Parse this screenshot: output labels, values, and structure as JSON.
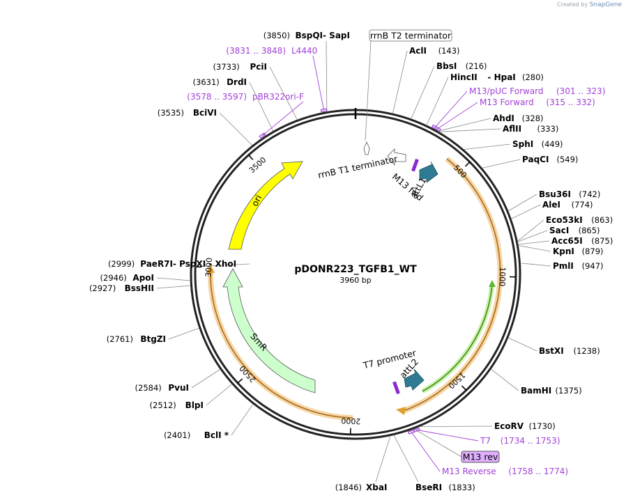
{
  "credit": {
    "created_by": "Created by",
    "brand": "SnapGene"
  },
  "plasmid": {
    "name": "pDONR223_TGFB1_WT",
    "length": "3960 bp",
    "bp": 3960
  },
  "ticks": [
    {
      "bp": 500,
      "label": "500"
    },
    {
      "bp": 1000,
      "label": "1000"
    },
    {
      "bp": 1500,
      "label": "1500"
    },
    {
      "bp": 2000,
      "label": "2000"
    },
    {
      "bp": 2500,
      "label": "2500"
    },
    {
      "bp": 3000,
      "label": "3000"
    },
    {
      "bp": 3500,
      "label": "3500"
    }
  ],
  "sites": [
    {
      "name": "BspQI",
      "name2": "SapI",
      "pos": "(3850)",
      "bp": 3850,
      "side": "left",
      "row": 0
    },
    {
      "name": "PciI",
      "pos": "(3733)",
      "bp": 3733,
      "side": "left",
      "row": 2
    },
    {
      "name": "DrdI",
      "pos": "(3631)",
      "bp": 3631,
      "side": "left",
      "row": 3
    },
    {
      "name": "BciVI",
      "pos": "(3535)",
      "bp": 3535,
      "side": "left",
      "row": 5
    },
    {
      "name": "AclI",
      "pos": "(143)",
      "bp": 143,
      "side": "right",
      "row": 1
    },
    {
      "name": "BbsI",
      "pos": "(216)",
      "bp": 216,
      "side": "right",
      "row": 2
    },
    {
      "name": "HincII",
      "name2": "HpaI",
      "pos": "(280)",
      "bp": 280,
      "side": "right",
      "row": 3
    },
    {
      "name": "AhdI",
      "pos": "(328)",
      "bp": 328,
      "side": "right",
      "row": 6
    },
    {
      "name": "AflII",
      "pos": "(333)",
      "bp": 333,
      "side": "right",
      "row": 7
    },
    {
      "name": "SphI",
      "pos": "(449)",
      "bp": 449,
      "side": "right",
      "row": 8
    },
    {
      "name": "PaqCI",
      "pos": "(549)",
      "bp": 549,
      "side": "right",
      "row": 9
    },
    {
      "name": "Bsu36I",
      "pos": "(742)",
      "bp": 742,
      "side": "right",
      "row": 10
    },
    {
      "name": "AleI",
      "pos": "(774)",
      "bp": 774,
      "side": "right",
      "row": 11
    },
    {
      "name": "Eco53kI",
      "pos": "(863)",
      "bp": 863,
      "side": "right",
      "row": 12
    },
    {
      "name": "SacI",
      "pos": "(865)",
      "bp": 865,
      "side": "right",
      "row": 13
    },
    {
      "name": "Acc65I",
      "pos": "(875)",
      "bp": 875,
      "side": "right",
      "row": 14
    },
    {
      "name": "KpnI",
      "pos": "(879)",
      "bp": 879,
      "side": "right",
      "row": 15
    },
    {
      "name": "PmlI",
      "pos": "(947)",
      "bp": 947,
      "side": "right",
      "row": 16
    },
    {
      "name": "BstXI",
      "pos": "(1238)",
      "bp": 1238,
      "side": "right",
      "row": 17
    },
    {
      "name": "BamHI",
      "pos": "(1375)",
      "bp": 1375,
      "side": "right",
      "row": 18
    },
    {
      "name": "EcoRV",
      "pos": "(1730)",
      "bp": 1730,
      "side": "right",
      "row": 19
    },
    {
      "name": "BseRI",
      "pos": "(1833)",
      "bp": 1833,
      "side": "bottom",
      "row": 0
    },
    {
      "name": "XbaI",
      "pos": "(1846)",
      "bp": 1846,
      "side": "bottom",
      "row": 1
    },
    {
      "name": "PaeR7I",
      "name2": "PspXI",
      "name3": "XhoI",
      "pos": "(2999)",
      "bp": 2999,
      "side": "left",
      "row": 6
    },
    {
      "name": "ApoI",
      "pos": "(2946)",
      "bp": 2946,
      "side": "left",
      "row": 7
    },
    {
      "name": "BssHII",
      "pos": "(2927)",
      "bp": 2927,
      "side": "left",
      "row": 8
    },
    {
      "name": "BtgZI",
      "pos": "(2761)",
      "bp": 2761,
      "side": "left",
      "row": 9
    },
    {
      "name": "PvuI",
      "pos": "(2584)",
      "bp": 2584,
      "side": "left",
      "row": 10
    },
    {
      "name": "BlpI",
      "pos": "(2512)",
      "bp": 2512,
      "side": "left",
      "row": 11
    },
    {
      "name": "BclI *",
      "pos": "(2401)",
      "bp": 2401,
      "side": "left",
      "row": 12
    }
  ],
  "primers": [
    {
      "name": "L4440",
      "range": "(3831 .. 3848)",
      "bp": 3840
    },
    {
      "name": "pBR322ori-F",
      "range": "(3578 .. 3597)",
      "bp": 3588
    },
    {
      "name": "M13/pUC Forward",
      "range": "(301 .. 323)",
      "bp": 312
    },
    {
      "name": "M13 Forward",
      "range": "(315 .. 332)",
      "bp": 323
    },
    {
      "name": "T7",
      "range": "(1734 .. 1753)",
      "bp": 1744
    },
    {
      "name": "M13 Reverse",
      "range": "(1758 .. 1774)",
      "bp": 1766
    }
  ],
  "features": [
    {
      "name": "rrnB T2 terminator",
      "bp": 3960,
      "boxed": true
    },
    {
      "name": "rrnB T1 terminator",
      "bp": 3960,
      "boxed": false
    },
    {
      "name": "attL1",
      "bp": 330
    },
    {
      "name": "M13 fwd",
      "bp": 300
    },
    {
      "name": "ori",
      "bp": 3520
    },
    {
      "name": "SmR",
      "bp": 2700
    },
    {
      "name": "T7 promoter",
      "bp": 1745
    },
    {
      "name": "attL2",
      "bp": 1760
    },
    {
      "name": "M13 rev",
      "bp": 1770,
      "boxed": true
    }
  ],
  "colors": {
    "backbone": "#222222",
    "ori": "#ffff00",
    "smr": "#ccffcc",
    "att": "#2e7b93",
    "primer": "#a040d8",
    "orf_glow": "#f5c98a",
    "orf_line": "#e0a030",
    "green_orf": "#8cd94e"
  }
}
